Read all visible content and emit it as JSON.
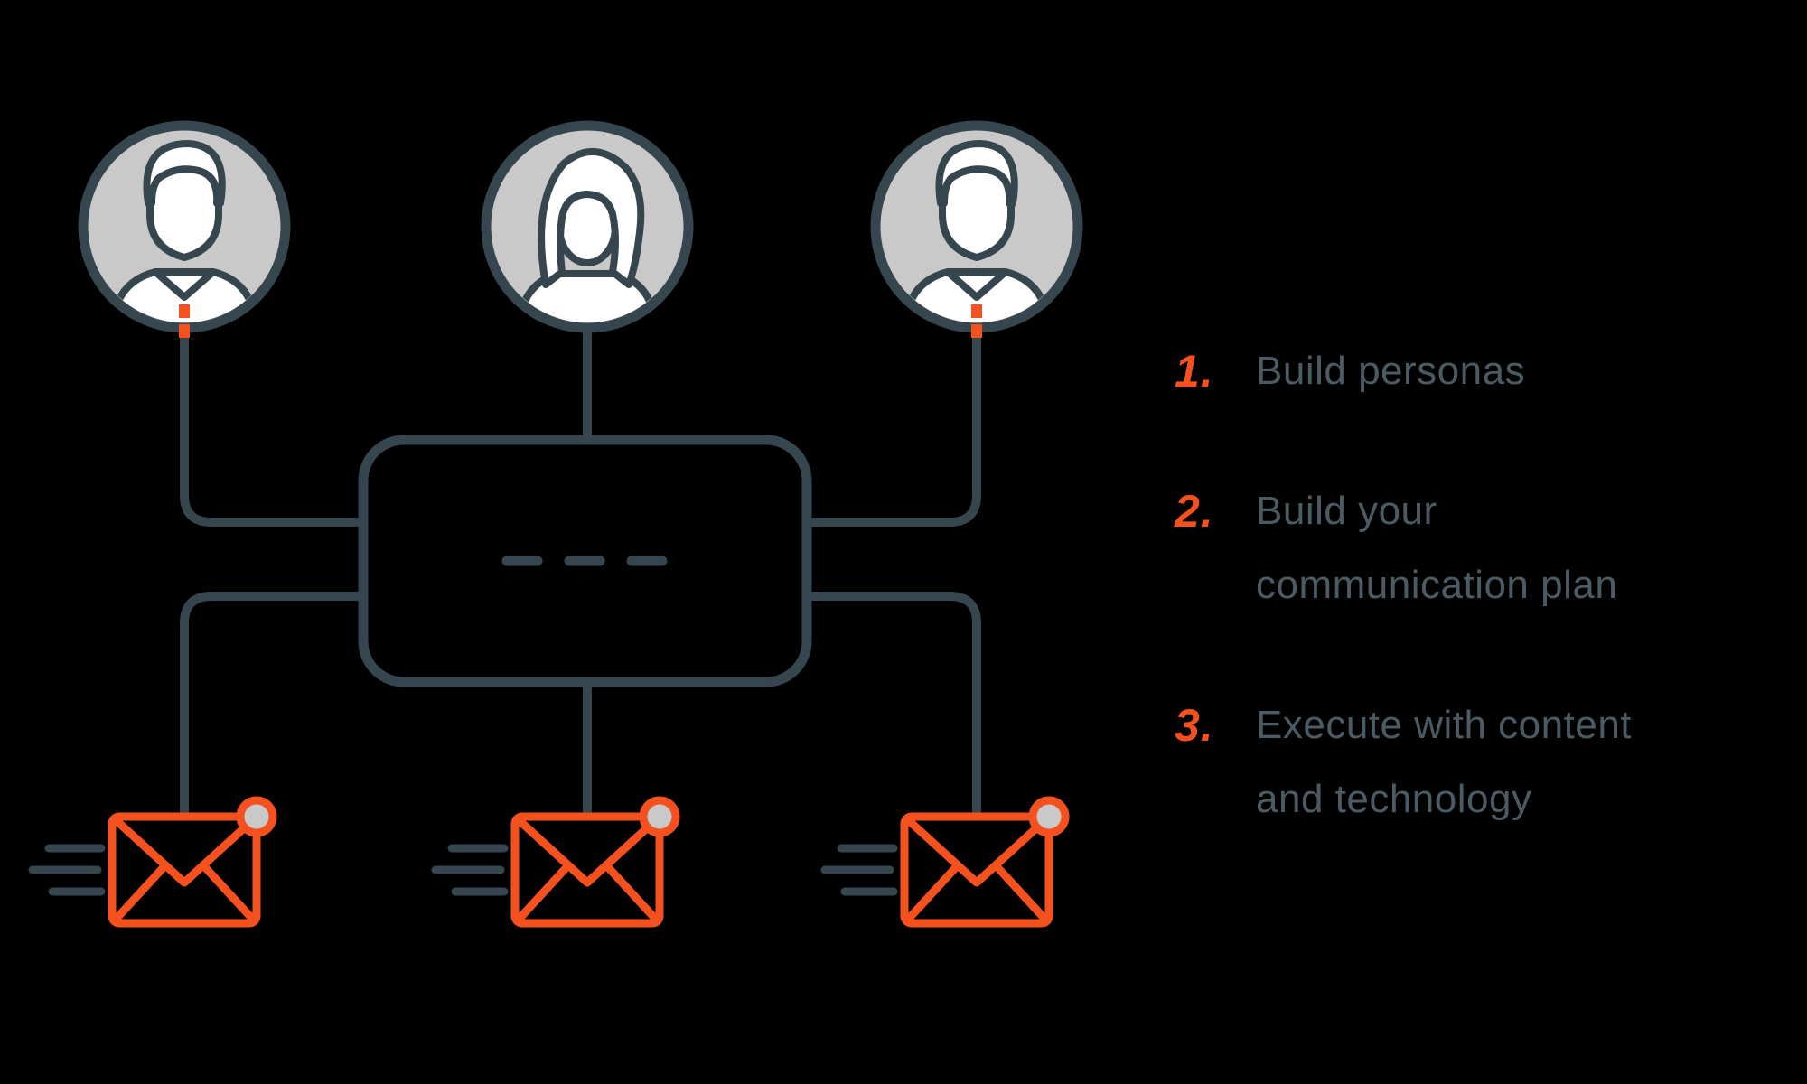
{
  "colors": {
    "background": "#000000",
    "line_slate": "#36464f",
    "accent_orange": "#f4511e",
    "avatar_fill": "#c9c9c9",
    "icon_white": "#ffffff",
    "list_text": "#4b5b64",
    "dot_fill": "#c9c9c9"
  },
  "diagram": {
    "personas": [
      {
        "icon": "male-avatar-icon"
      },
      {
        "icon": "female-avatar-icon"
      },
      {
        "icon": "male-avatar-icon"
      }
    ],
    "hub_box_dashes": "- - -",
    "envelopes": [
      {
        "icon": "sent-email-icon"
      },
      {
        "icon": "sent-email-icon"
      },
      {
        "icon": "sent-email-icon"
      }
    ]
  },
  "steps": [
    {
      "number": "1.",
      "line1": "Build personas",
      "line2": ""
    },
    {
      "number": "2.",
      "line1": "Build your",
      "line2": "communication plan"
    },
    {
      "number": "3.",
      "line1": "Execute with content",
      "line2": "and technology"
    }
  ]
}
